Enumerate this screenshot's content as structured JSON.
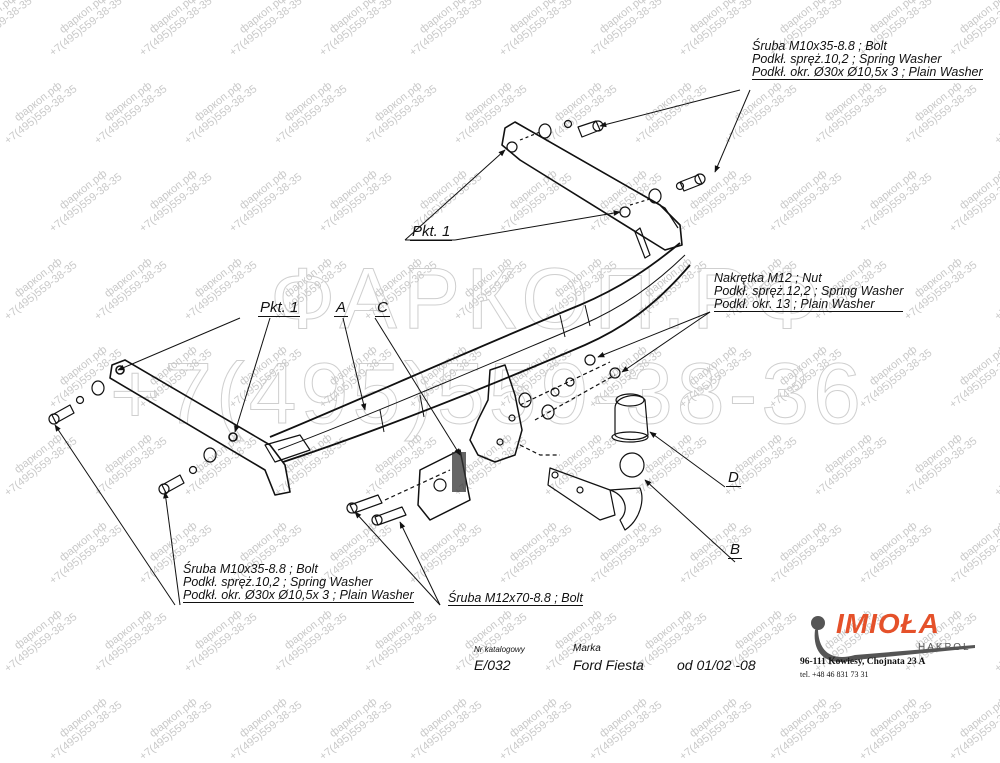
{
  "watermark": {
    "small_line1": "фаркоп.рф",
    "small_line2": "+7(495)559-38-35",
    "big_line1": "ФАРКОП.РФ",
    "big_line2": "+7(495)559-38-36"
  },
  "callouts": {
    "top_right": {
      "line1": "Śruba M10x35-8.8 ;  Bolt",
      "line2": "Podkł. spręż.10,2 ; Spring Washer",
      "line3": "Podkł. okr.  Ø30x Ø10,5x 3 ; Plain Washer"
    },
    "middle_right": {
      "line1": "Nakrętka  M12 ; Nut",
      "line2": "Podkł. spręż.12,2 ; Spring Washer",
      "line3": "Podkł. okr. 13 ; Plain Washer"
    },
    "bottom_left": {
      "line1": "Śruba M10x35-8.8 ;  Bolt",
      "line2": "Podkł. spręż.10,2 ; Spring Washer",
      "line3": "Podkł. okr.  Ø30x Ø10,5x 3 ; Plain Washer"
    },
    "bottom_center": {
      "line1": "Śruba M12x70-8.8 ;  Bolt"
    }
  },
  "labels": {
    "pkt1_top": "Pkt. 1",
    "pkt1_left": "Pkt. 1",
    "A": "A",
    "C": "C",
    "D": "D",
    "B": "B"
  },
  "footer": {
    "catalog_label": "Nr katalogowy",
    "catalog_value": "E/032",
    "make_label": "Marka",
    "make_value": "Ford Fiesta",
    "years": "od 01/02 -08"
  },
  "brand": {
    "name": "IMIOŁA",
    "sub": "HAKPOL",
    "address": "96-111 Kowiesy, Chojnata 23 A",
    "phone": "tel. +48 46 831 73 31",
    "color": "#e5512a"
  }
}
